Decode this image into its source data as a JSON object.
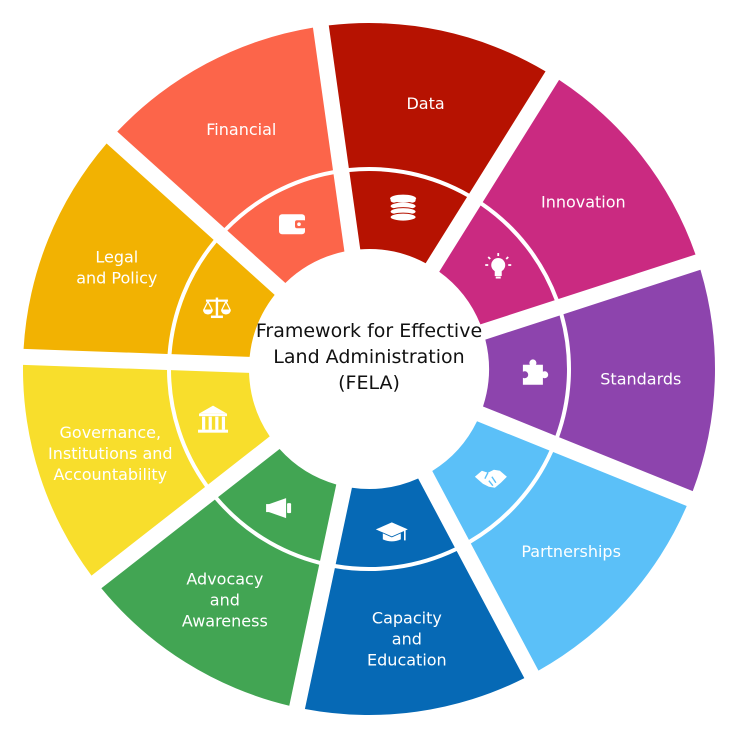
{
  "center": {
    "lines": [
      "Framework for Effective",
      "Land Administration",
      "(FELA)"
    ]
  },
  "segments": [
    {
      "key": "legal",
      "lines": [
        "Legal",
        "and Policy"
      ],
      "color": "#f2b202",
      "icon": "scales-icon"
    },
    {
      "key": "financial",
      "lines": [
        "Financial"
      ],
      "color": "#fc654a",
      "icon": "wallet-icon"
    },
    {
      "key": "data",
      "lines": [
        "Data"
      ],
      "color": "#b61201",
      "icon": "database-icon"
    },
    {
      "key": "innovation",
      "lines": [
        "Innovation"
      ],
      "color": "#ca2a81",
      "icon": "lightbulb-icon"
    },
    {
      "key": "standards",
      "lines": [
        "Standards"
      ],
      "color": "#8d44ad",
      "icon": "puzzle-icon"
    },
    {
      "key": "partnerships",
      "lines": [
        "Partnerships"
      ],
      "color": "#5bc0f8",
      "icon": "handshake-icon"
    },
    {
      "key": "capacity",
      "lines": [
        "Capacity",
        "and",
        "Education"
      ],
      "color": "#0669b5",
      "icon": "graduation-cap-icon"
    },
    {
      "key": "advocacy",
      "lines": [
        "Advocacy",
        "and",
        "Awareness"
      ],
      "color": "#42a553",
      "icon": "megaphone-icon"
    },
    {
      "key": "governance",
      "lines": [
        "Governance,",
        "Institutions and",
        "Accountability"
      ],
      "color": "#f8de2c",
      "icon": "institution-icon"
    }
  ]
}
